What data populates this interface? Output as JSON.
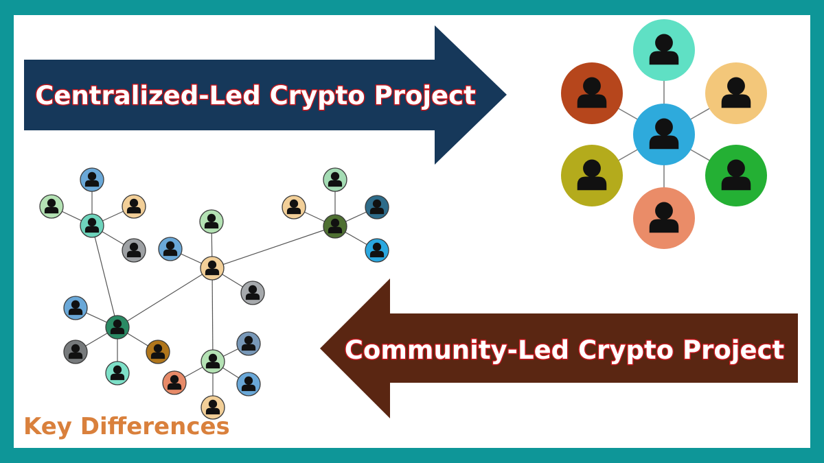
{
  "labels": {
    "centralized": "Centralized-Led Crypto Project",
    "community": "Community-Led Crypto Project",
    "footer": "Key Differences"
  },
  "colors": {
    "frame": "#0e9698",
    "arrow_right": "#16385a",
    "arrow_left": "#5a2612",
    "label_outline": "#c4161c",
    "footer": "#d9803c",
    "person_icon": "#111111"
  },
  "diagram": {
    "centralized_network": {
      "hub": {
        "color": "#2eaadc"
      },
      "spokes": [
        "#5fe0c4",
        "#f3c77a",
        "#24b034",
        "#ea8c68",
        "#b4ab1c",
        "#b6461c"
      ]
    },
    "decentralized_network": {
      "node_colors": [
        "#6aa8d8",
        "#b4e2b4",
        "#f2cf98",
        "#6ed4bc",
        "#9ea1a4",
        "#b4e2b4",
        "#6aa8d8",
        "#f2cf98",
        "#a6a9ac",
        "#a4dcb4",
        "#f2cf98",
        "#2e6c8a",
        "#4f7032",
        "#2aa8e0",
        "#6aa8d8",
        "#2a8a64",
        "#777a7c",
        "#b0761c",
        "#7ee0c8",
        "#7898b8",
        "#b4e2b4",
        "#e78a68",
        "#6aa8d8",
        "#f2cf98"
      ]
    }
  }
}
